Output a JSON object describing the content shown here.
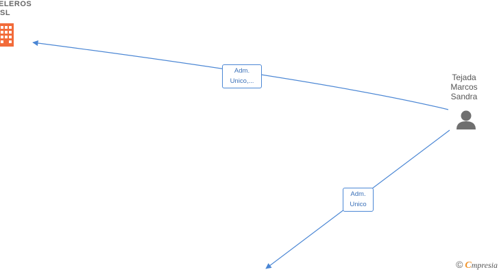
{
  "nodes": {
    "company": {
      "name_line1": "ELEROS",
      "name_line2": "SL",
      "icon": "building-icon",
      "icon_color": "#f26b3a"
    },
    "person": {
      "name_line1": "Tejada",
      "name_line2": "Marcos",
      "name_line3": "Sandra",
      "icon": "person-icon",
      "icon_color": "#6f6f6f"
    }
  },
  "edges": [
    {
      "from": "person",
      "to": "company",
      "label_line1": "Adm.",
      "label_line2": "Unico,..."
    },
    {
      "from": "person",
      "to": "offscreen",
      "label_line1": "Adm.",
      "label_line2": "Unico"
    }
  ],
  "colors": {
    "edge": "#4a86d4",
    "label_border": "#4a86d4",
    "label_text": "#3a70b8",
    "watermark_accent": "#f0932b"
  },
  "watermark": {
    "copyright_symbol": "©",
    "brand_first": "C",
    "brand_rest": "mpresia"
  }
}
